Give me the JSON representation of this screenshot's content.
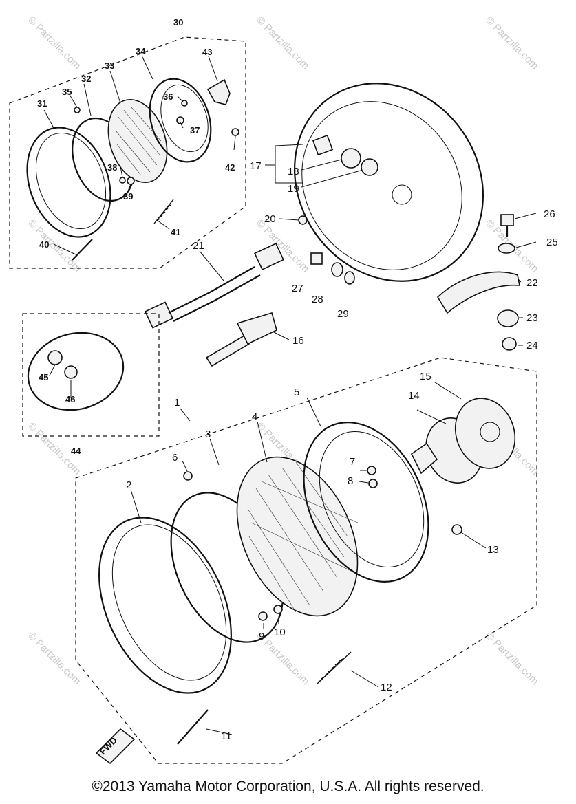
{
  "watermark": "© Partzilla.com",
  "fwd_label": "FWD",
  "copyright": "©2013  Yamaha Motor Corporation, U.S.A. All rights reserved.",
  "callouts": [
    {
      "id": "1",
      "label": "1"
    },
    {
      "id": "2",
      "label": "2"
    },
    {
      "id": "3",
      "label": "3"
    },
    {
      "id": "4",
      "label": "4"
    },
    {
      "id": "5",
      "label": "5"
    },
    {
      "id": "6",
      "label": "6"
    },
    {
      "id": "7",
      "label": "7"
    },
    {
      "id": "8",
      "label": "8"
    },
    {
      "id": "9",
      "label": "9"
    },
    {
      "id": "10",
      "label": "10"
    },
    {
      "id": "11",
      "label": "11"
    },
    {
      "id": "12",
      "label": "12"
    },
    {
      "id": "13",
      "label": "13"
    },
    {
      "id": "14",
      "label": "14"
    },
    {
      "id": "15",
      "label": "15"
    },
    {
      "id": "16",
      "label": "16"
    },
    {
      "id": "17",
      "label": "17"
    },
    {
      "id": "18",
      "label": "18"
    },
    {
      "id": "19",
      "label": "19"
    },
    {
      "id": "20",
      "label": "20"
    },
    {
      "id": "21",
      "label": "21"
    },
    {
      "id": "22",
      "label": "22"
    },
    {
      "id": "23",
      "label": "23"
    },
    {
      "id": "24",
      "label": "24"
    },
    {
      "id": "25",
      "label": "25"
    },
    {
      "id": "26",
      "label": "26"
    },
    {
      "id": "27",
      "label": "27"
    },
    {
      "id": "28",
      "label": "28"
    },
    {
      "id": "29",
      "label": "29"
    },
    {
      "id": "30",
      "label": "30"
    },
    {
      "id": "31",
      "label": "31"
    },
    {
      "id": "32",
      "label": "32"
    },
    {
      "id": "33",
      "label": "33"
    },
    {
      "id": "34",
      "label": "34"
    },
    {
      "id": "35",
      "label": "35"
    },
    {
      "id": "36",
      "label": "36"
    },
    {
      "id": "37",
      "label": "37"
    },
    {
      "id": "38",
      "label": "38"
    },
    {
      "id": "39",
      "label": "39"
    },
    {
      "id": "40",
      "label": "40"
    },
    {
      "id": "41",
      "label": "41"
    },
    {
      "id": "42",
      "label": "42"
    },
    {
      "id": "43",
      "label": "43"
    },
    {
      "id": "44",
      "label": "44"
    },
    {
      "id": "45",
      "label": "45"
    },
    {
      "id": "46",
      "label": "46"
    }
  ]
}
